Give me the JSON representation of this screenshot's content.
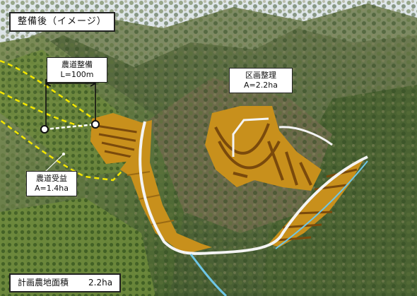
{
  "header": {
    "title": "整備後（イメージ）"
  },
  "annotations": {
    "farm_road": {
      "label": "農道整備",
      "value": "L=100m"
    },
    "road_benefit": {
      "label": "農道受益",
      "value": "A=1.4ha"
    },
    "plot_arrangement": {
      "label": "区画整理",
      "value": "A=2.2ha"
    }
  },
  "footer": {
    "label": "計画農地面積",
    "value": "2.2ha"
  },
  "colors": {
    "farmland_fill": "#c8901c",
    "terrace_stripe": "#7a4a0c",
    "benefit_outline": "#f2e600",
    "road": "#f4f4f4",
    "stream": "#6ec6e6",
    "forest": "#3e5a2a"
  }
}
